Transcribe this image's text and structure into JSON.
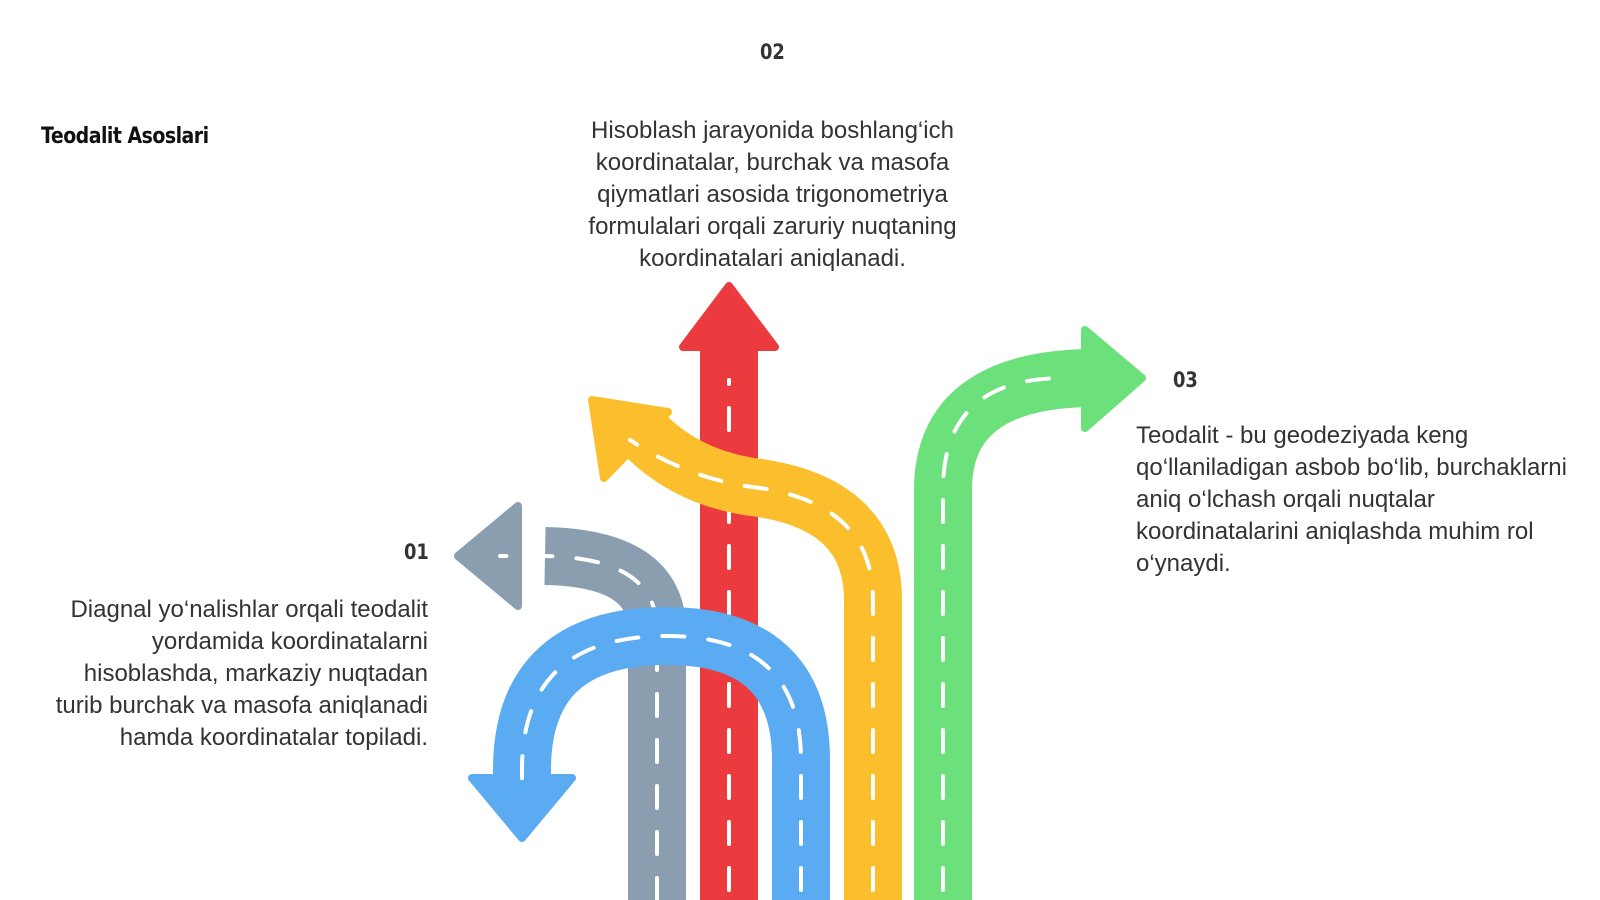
{
  "title": "Teodalit Asoslari",
  "steps": [
    {
      "number": "01",
      "text": "Diagnal yo‘nalishlar orqali teodalit yordamida koordinatalarni hisoblashda, markaziy nuqtadan turib burchak va masofa aniqlanadi hamda koordinatalar topiladi."
    },
    {
      "number": "02",
      "text": "Hisoblash jarayonida boshlang‘ich koordinatalar, burchak va masofa qiymatlari asosida trigonometriya formulalari orqali zaruriy nuqtaning koordinatalari aniqlanadi."
    },
    {
      "number": "03",
      "text": "Teodalit - bu geodeziyada keng qo‘llaniladigan asbob bo‘lib, burchaklarni aniq o‘lchash orqali nuqtalar koordinatalarini aniqlashda muhim rol o‘ynaydi."
    }
  ],
  "colors": {
    "grey_road": "#8A9EAF",
    "red_road": "#EB3B3F",
    "yellow_road": "#FBBF2E",
    "green_road": "#6BE07B",
    "blue_road": "#5BABF2",
    "lane_marking": "#FFFFFF"
  }
}
